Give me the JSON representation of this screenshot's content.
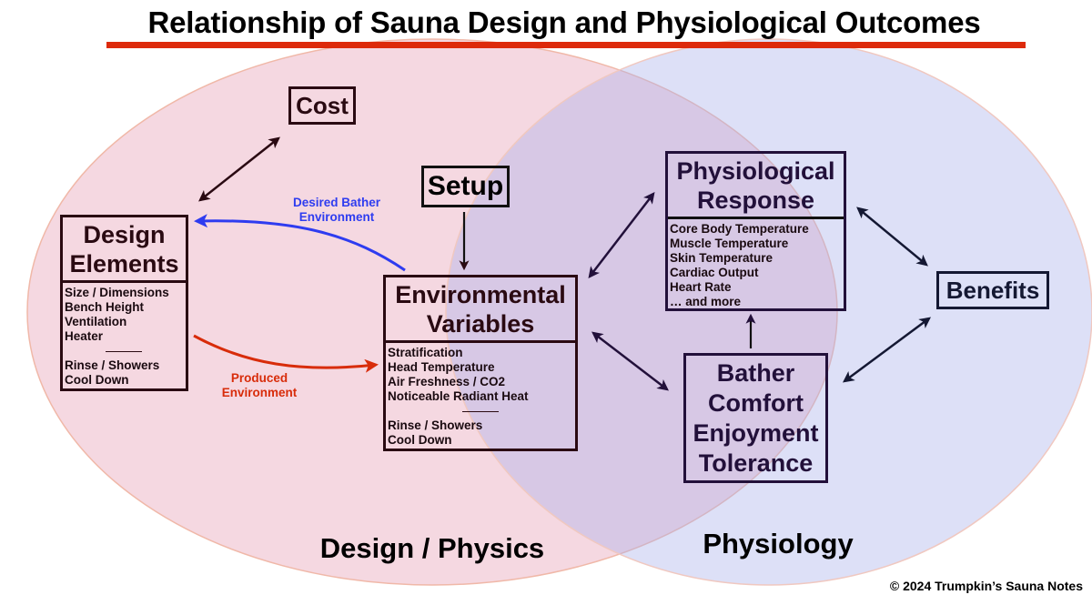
{
  "title": "Relationship of Sauna Design and Physiological Outcomes",
  "colors": {
    "title_rule": "#dd2a0b",
    "left_circle": "#f0d3dc",
    "right_circle": "#dcdff5",
    "overlap": "#d4c3dd",
    "desired_arrow": "#2e3cf0",
    "produced_arrow": "#d82c0a",
    "box_border": "#2a0a12"
  },
  "regions": {
    "left": "Design / Physics",
    "right": "Physiology"
  },
  "nodes": {
    "cost": {
      "title": "Cost"
    },
    "setup": {
      "title": "Setup"
    },
    "design_elements": {
      "title_line1": "Design",
      "title_line2": "Elements",
      "items": [
        "Size / Dimensions",
        "Bench Height",
        "Ventilation",
        "Heater"
      ],
      "items_after": [
        "Rinse / Showers",
        "Cool Down"
      ]
    },
    "environmental_variables": {
      "title_line1": "Environmental",
      "title_line2": "Variables",
      "items": [
        "Stratification",
        "Head Temperature",
        "Air Freshness / CO2",
        "Noticeable Radiant Heat"
      ],
      "items_after": [
        "Rinse / Showers",
        "Cool Down"
      ]
    },
    "physiological_response": {
      "title_line1": "Physiological",
      "title_line2": "Response",
      "items": [
        "Core Body Temperature",
        "Muscle Temperature",
        "Skin Temperature",
        "Cardiac Output",
        "Heart Rate",
        "… and more"
      ]
    },
    "bather_comfort": {
      "lines": [
        "Bather",
        "Comfort",
        "Enjoyment",
        "Tolerance"
      ]
    },
    "benefits": {
      "title": "Benefits"
    }
  },
  "edge_labels": {
    "desired_line1": "Desired Bather",
    "desired_line2": "Environment",
    "produced_line1": "Produced",
    "produced_line2": "Environment"
  },
  "copyright": "© 2024 Trumpkin’s Sauna Notes"
}
